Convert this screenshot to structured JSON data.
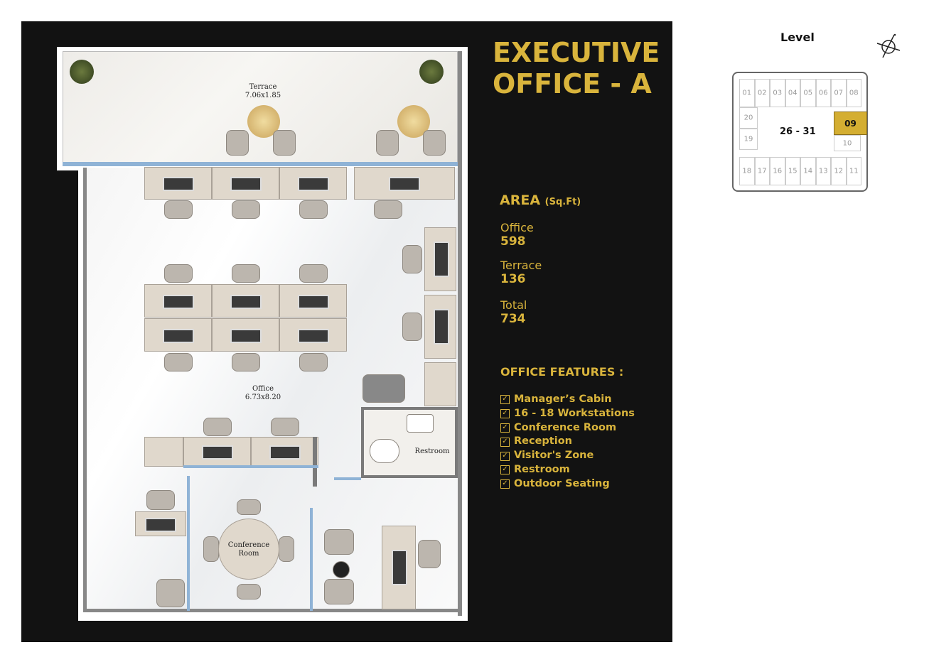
{
  "title": {
    "line1": "EXECUTIVE",
    "line2": "OFFICE - A"
  },
  "area": {
    "heading": "AREA",
    "unit": "(Sq.Ft)",
    "items": [
      {
        "label": "Office",
        "value": "598"
      },
      {
        "label": "Terrace",
        "value": "136"
      },
      {
        "label": "Total",
        "value": "734"
      }
    ]
  },
  "features": {
    "heading": "OFFICE FEATURES :",
    "check": "☑",
    "items": [
      "Manager’s Cabin",
      "16 - 18 Workstations",
      "Conference Room",
      "Reception",
      "Visitor's Zone",
      "Restroom",
      "Outdoor Seating"
    ]
  },
  "plan": {
    "terrace_label": "Terrace",
    "terrace_size": "7.06x1.85",
    "office_label": "Office",
    "office_size": "6.73x8.20",
    "conference_label": "Conference Room",
    "restroom_label": "Restroom"
  },
  "key_plan": {
    "title": "Level",
    "floors": "26 - 31",
    "selected_unit": "09",
    "units_top": [
      "01",
      "02",
      "03",
      "04",
      "05",
      "06",
      "07",
      "08"
    ],
    "units_left": [
      "20",
      "19"
    ],
    "unit_right": "10",
    "units_bottom": [
      "18",
      "17",
      "16",
      "15",
      "14",
      "13",
      "12",
      "11"
    ]
  },
  "colors": {
    "gold": "#d9b43c",
    "background": "#121212"
  }
}
